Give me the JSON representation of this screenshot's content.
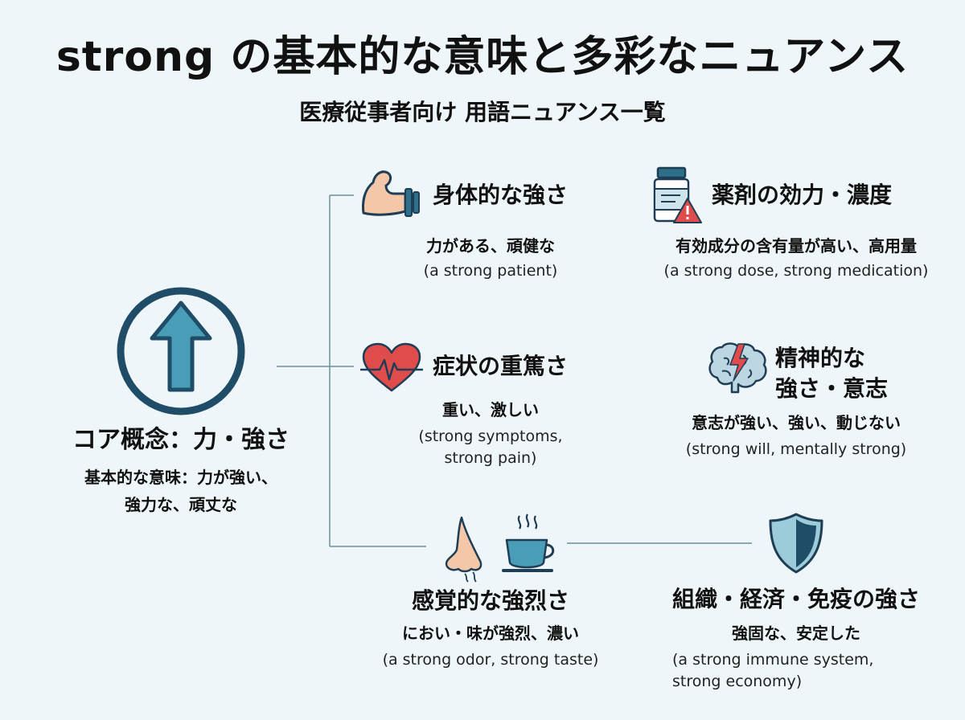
{
  "title": "strong の基本的な意味と多彩なニュアンス",
  "subtitle": "医療従事者向け 用語ニュアンス一覧",
  "core": {
    "heading": "コア概念：力・強さ",
    "line1": "基本的な意味：力が強い、",
    "line2": "強力な、頑丈な"
  },
  "physical": {
    "heading": "身体的な強さ",
    "jp": "力がある、頑健な",
    "en": "(a strong patient)"
  },
  "drug": {
    "heading": "薬剤の効力・濃度",
    "jp": "有効成分の含有量が高い、高用量",
    "en": "(a strong dose, strong medication)"
  },
  "symptom": {
    "heading": "症状の重篤さ",
    "jp": "重い、激しい",
    "en1": "(strong symptoms,",
    "en2": "strong pain)"
  },
  "mental": {
    "heading1": "精神的な",
    "heading2": "強さ・意志",
    "jp": "意志が強い、強い、動じない",
    "en": "(strong will, mentally strong)"
  },
  "sensory": {
    "heading": "感覚的な強烈さ",
    "jp": "におい・味が強烈、濃い",
    "en": "(a strong odor, strong taste)"
  },
  "org": {
    "heading": "組織・経済・免疫の強さ",
    "jp": "強固な、安定した",
    "en1": "(a strong immune system,",
    "en2": "strong economy)"
  },
  "icons": [
    "arrow-up-circle-icon",
    "flexed-arm-icon",
    "medicine-bottle-icon",
    "warning-icon",
    "heart-pulse-icon",
    "brain-lightning-icon",
    "nose-icon",
    "coffee-cup-icon",
    "shield-icon"
  ],
  "colors": {
    "teal": "#2e6f8a",
    "teal_light": "#4b9bb5",
    "red": "#e04b4b",
    "skin": "#f5c7a9",
    "background": "#eef6f9"
  }
}
